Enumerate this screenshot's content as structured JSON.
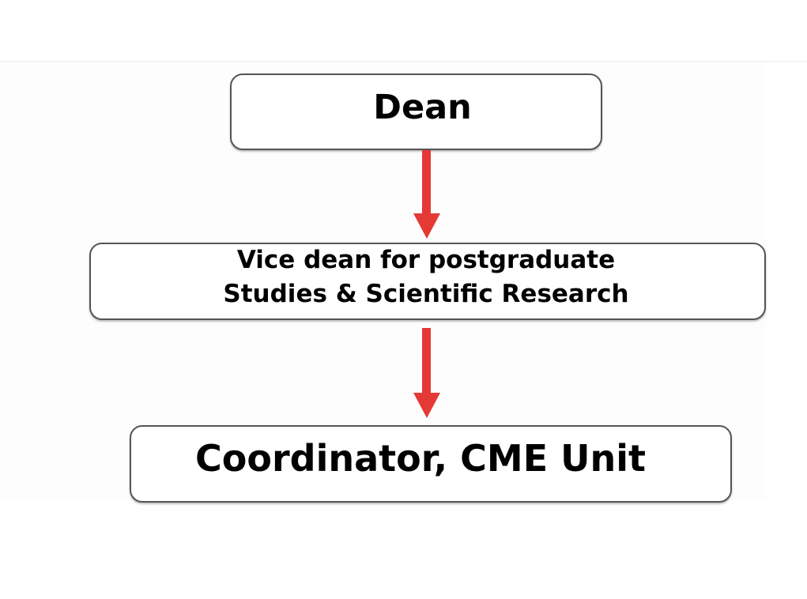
{
  "nodes": {
    "dean": "Dean",
    "vice_dean": {
      "line1": "Vice dean for postgraduate",
      "line2": "Studies & Scientific Research"
    },
    "coordinator": "Coordinator, CME Unit"
  },
  "edges": [
    {
      "from": "dean",
      "to": "vice_dean"
    },
    {
      "from": "vice_dean",
      "to": "coordinator"
    }
  ],
  "colors": {
    "arrow": "#e53935",
    "box_border": "#555555",
    "text": "#000000"
  }
}
